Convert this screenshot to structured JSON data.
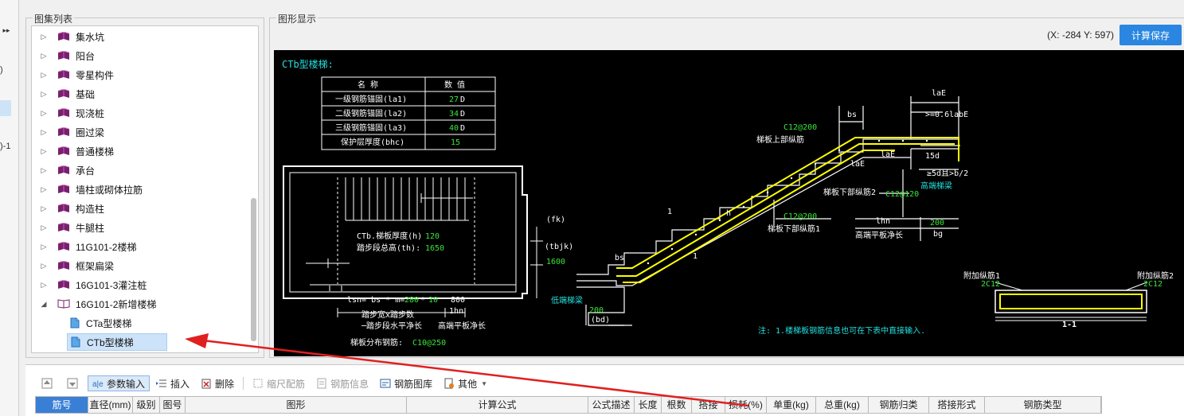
{
  "left_strip": {
    "collapse_label": "▸▸",
    "frag1": ")",
    "frag2": ")-1"
  },
  "atlas_panel": {
    "title": "图集列表",
    "items": [
      {
        "label": "集水坑"
      },
      {
        "label": "阳台"
      },
      {
        "label": "零星构件"
      },
      {
        "label": "基础"
      },
      {
        "label": "现浇桩"
      },
      {
        "label": "圈过梁"
      },
      {
        "label": "普通楼梯"
      },
      {
        "label": "承台"
      },
      {
        "label": "墙柱或砌体拉筋"
      },
      {
        "label": "构造柱"
      },
      {
        "label": "牛腿柱"
      },
      {
        "label": "11G101-2楼梯"
      },
      {
        "label": "框架扁梁"
      },
      {
        "label": "16G101-3灌注桩"
      },
      {
        "label": "16G101-2新增楼梯"
      }
    ],
    "children": [
      {
        "label": "CTa型楼梯"
      },
      {
        "label": "CTb型楼梯"
      }
    ]
  },
  "graphic_panel": {
    "title": "图形显示",
    "coords": "(X: -284 Y: 597)",
    "save_label": "计算保存"
  },
  "drawing": {
    "title": "CTb型楼梯:",
    "table_head": [
      "名  称",
      "数  值"
    ],
    "table_rows": [
      {
        "name": "一级钢筋锚固(la1)",
        "value": "27",
        "unit": "D"
      },
      {
        "name": "二级钢筋锚固(la2)",
        "value": "34",
        "unit": "D"
      },
      {
        "name": "三级钢筋锚固(la3)",
        "value": "40",
        "unit": "D"
      },
      {
        "name": "保护层厚度(bhc)",
        "value": "15",
        "unit": ""
      }
    ],
    "plan_thickness_label": "CTb.梯板厚度(h)",
    "plan_thickness_value": "120",
    "plan_height_label": "踏步段总高(th):",
    "plan_height_value": "1650",
    "dim_formula_a": "lsn= bs * m=",
    "dim_formula_b": "280",
    "dim_formula_c": "*",
    "dim_formula_d": "10",
    "dim_800": "800",
    "dim_1hn": "1hn",
    "step_note1": "踏步宽x踏步数",
    "step_note2": "─踏步段水平净长",
    "step_note3": "高端平板净长",
    "dist_bar_label": "梯板分布钢筋:",
    "dist_bar_value": "C10@250",
    "fk": "(fk)",
    "tbjk": "(tbjk)",
    "v1600": "1600",
    "upper_bar_spec": "C12@200",
    "upper_bar_label": "梯板上部纵筋",
    "lower_bar2_label": "梯板下部纵筋2",
    "lower_bar2_spec": "C12@120",
    "lower_bar1_spec": "C12@200",
    "lower_bar1_label": "梯板下部纵筋1",
    "bs": "bs",
    "laE": "laE",
    "laE_rule": ">=0.6labE",
    "fifteen_d": "15d",
    "five_d": "≥5d且>b/2",
    "high_beam": "高端梯梁",
    "low_beam": "低端梯梁",
    "lhn": "lhn",
    "high_plate": "高端平板净长",
    "v200a": "200",
    "bg": "bg",
    "v200b": "200",
    "bd": "(bd)",
    "h_label": "h",
    "cut1": "1",
    "cut2": "1",
    "extra1_label": "附加纵筋1",
    "extra1_spec": "2C12",
    "extra2_label": "附加纵筋2",
    "extra2_spec": "2C12",
    "section_label": "1-1",
    "note": "注: 1.楼梯板钢筋信息也可在下表中直接输入."
  },
  "toolbar": {
    "buttons": [
      {
        "label": "参数输入"
      },
      {
        "label": "插入"
      },
      {
        "label": "删除"
      },
      {
        "label": "缩尺配筋"
      },
      {
        "label": "钢筋信息"
      },
      {
        "label": "钢筋图库"
      },
      {
        "label": "其他"
      }
    ]
  },
  "grid": {
    "columns": [
      "筋号",
      "直径(mm)",
      "级别",
      "图号",
      "图形",
      "计算公式",
      "公式描述",
      "长度",
      "根数",
      "搭接",
      "损耗(%)",
      "单重(kg)",
      "总重(kg)",
      "钢筋归类",
      "搭接形式",
      "钢筋类型"
    ]
  },
  "colors": {
    "accent": "#2a86e0",
    "drawing_bg": "#000000",
    "drawing_line": "#ffffff",
    "drawing_green": "#39e639",
    "drawing_cyan": "#25e0e0",
    "rebar_yellow": "#ffff00",
    "arrow_red": "#e02020"
  }
}
